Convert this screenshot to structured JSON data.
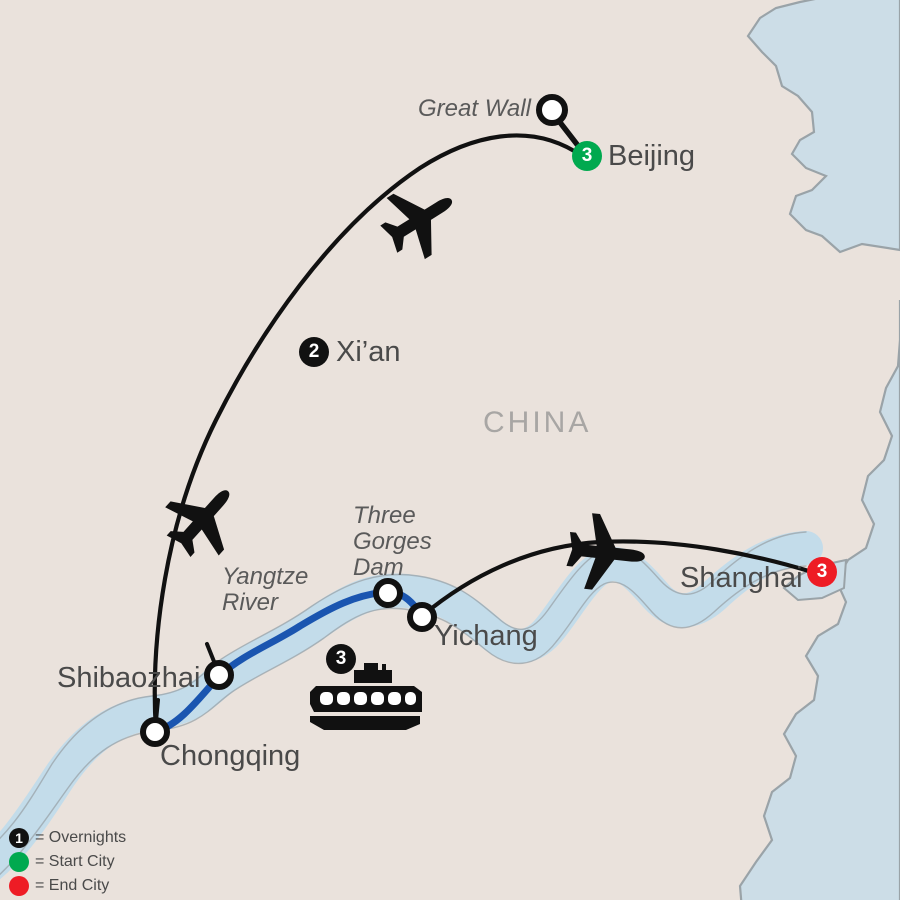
{
  "map": {
    "country_label": "CHINA",
    "colors": {
      "land": "#eae2dc",
      "water": "#ccdde7",
      "coast_outline": "#9aa3a8",
      "river_band": "#c3dcea",
      "cruise_route": "#1a55b0",
      "flight_route": "#111111",
      "start_city": "#00a94f",
      "end_city": "#ee1c25",
      "overnight": "#111111",
      "label_text": "#4a4a4a",
      "feature_text": "#5a5a5a",
      "country_text": "#a8a6a4"
    },
    "cities": [
      {
        "name": "Beijing",
        "overnights": "3",
        "type": "start",
        "marker": "filled-green"
      },
      {
        "name": "Xi’an",
        "overnights": "2",
        "type": "overnight",
        "marker": "filled-black"
      },
      {
        "name": "Shibaozhai",
        "overnights": "",
        "type": "stop",
        "marker": "hollow"
      },
      {
        "name": "Chongqing",
        "overnights": "",
        "type": "stop",
        "marker": "hollow"
      },
      {
        "name": "Yichang",
        "overnights": "",
        "type": "stop",
        "marker": "hollow"
      },
      {
        "name": "Shanghai",
        "overnights": "3",
        "type": "end",
        "marker": "filled-red"
      }
    ],
    "features": [
      {
        "name": "Great Wall",
        "marker": "hollow"
      },
      {
        "name": "Three Gorges Dam",
        "marker": "hollow"
      },
      {
        "name": "Yangtze River",
        "marker": "none"
      }
    ],
    "cruise": {
      "overnights": "3",
      "icon": "cruise-ship-icon"
    },
    "transport_icons": [
      {
        "icon": "airplane-icon",
        "segment": "Shibaozhai-Xi’an"
      },
      {
        "icon": "airplane-icon",
        "segment": "Xi’an-Beijing"
      },
      {
        "icon": "airplane-icon",
        "segment": "Yichang-Shanghai"
      }
    ],
    "labels": {
      "great_wall": "Great Wall",
      "beijing": "Beijing",
      "xian": "Xi’an",
      "china": "CHINA",
      "three_gorges_dam_l1": "Three",
      "three_gorges_dam_l2": "Gorges",
      "three_gorges_dam_l3": "Dam",
      "yangtze_l1": "Yangtze",
      "yangtze_l2": "River",
      "shibaozhai": "Shibaozhai",
      "chongqing": "Chongqing",
      "yichang": "Yichang",
      "shanghai": "Shanghai"
    },
    "markers": {
      "beijing_num": "3",
      "xian_num": "2",
      "shanghai_num": "3",
      "cruise_num": "3"
    }
  },
  "legend": {
    "rows": [
      {
        "symbol": "1",
        "type": "overnight",
        "text": "= Overnights"
      },
      {
        "symbol": "",
        "type": "start",
        "text": "= Start City"
      },
      {
        "symbol": "",
        "type": "end",
        "text": "= End City"
      }
    ]
  }
}
